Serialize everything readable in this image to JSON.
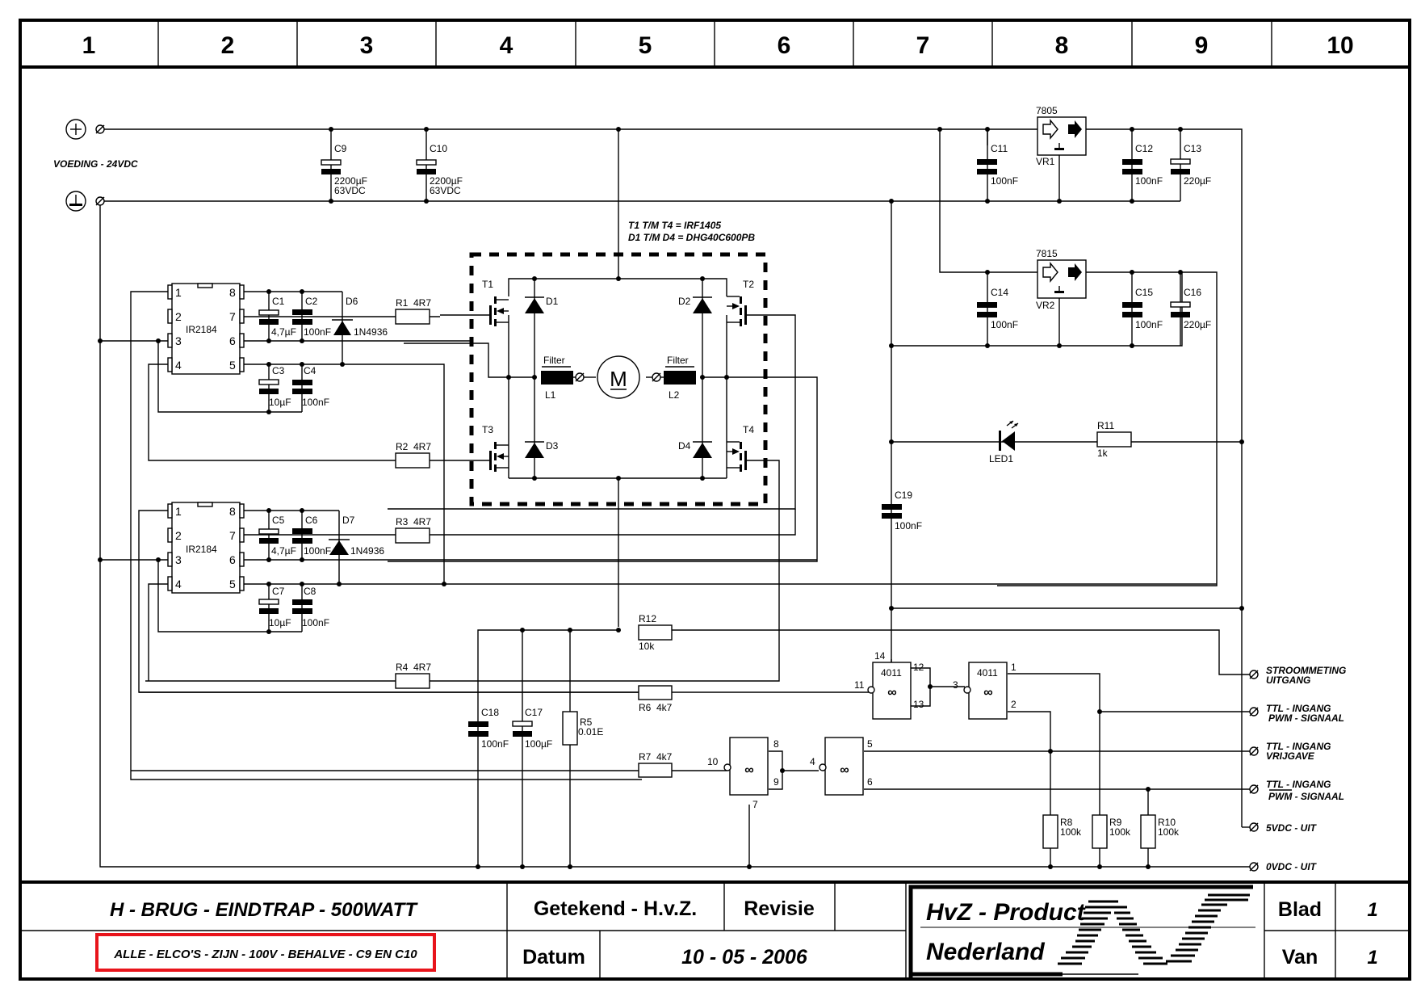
{
  "header": {
    "columns": [
      "1",
      "2",
      "3",
      "4",
      "5",
      "6",
      "7",
      "8",
      "9",
      "10"
    ]
  },
  "power": {
    "label": "VOEDING - 24VDC",
    "plus_symbol": "+",
    "ground_symbol": "⊥"
  },
  "bridge_note": {
    "line1": "T1 T/M T4 = IRF1405",
    "line2": "D1 T/M D4 = DHG40C600PB"
  },
  "components": {
    "C9": {
      "name": "C9",
      "value": "2200µF",
      "voltage": "63VDC"
    },
    "C10": {
      "name": "C10",
      "value": "2200µF",
      "voltage": "63VDC"
    },
    "C11": {
      "name": "C11",
      "value": "100nF"
    },
    "C12": {
      "name": "C12",
      "value": "100nF"
    },
    "C13": {
      "name": "C13",
      "value": "220µF"
    },
    "C14": {
      "name": "C14",
      "value": "100nF"
    },
    "C15": {
      "name": "C15",
      "value": "100nF"
    },
    "C16": {
      "name": "C16",
      "value": "220µF"
    },
    "VR1": {
      "name": "VR1",
      "type": "7805"
    },
    "VR2": {
      "name": "VR2",
      "type": "7815"
    },
    "C1": {
      "name": "C1",
      "value": "4,7µF"
    },
    "C2": {
      "name": "C2",
      "value": "100nF"
    },
    "C3": {
      "name": "C3",
      "value": "10µF"
    },
    "C4": {
      "name": "C4",
      "value": "100nF"
    },
    "C5": {
      "name": "C5",
      "value": "4,7µF"
    },
    "C6": {
      "name": "C6",
      "value": "100nF"
    },
    "C7": {
      "name": "C7",
      "value": "10µF"
    },
    "C8": {
      "name": "C8",
      "value": "100nF"
    },
    "D6": {
      "name": "D6",
      "type": "1N4936"
    },
    "D7": {
      "name": "D7",
      "type": "1N4936"
    },
    "IC1": {
      "type": "IR2184"
    },
    "IC2": {
      "type": "IR2184"
    },
    "R1": {
      "name": "R1",
      "value": "4R7"
    },
    "R2": {
      "name": "R2",
      "value": "4R7"
    },
    "R3": {
      "name": "R3",
      "value": "4R7"
    },
    "R4": {
      "name": "R4",
      "value": "4R7"
    },
    "T1": {
      "name": "T1"
    },
    "T2": {
      "name": "T2"
    },
    "T3": {
      "name": "T3"
    },
    "T4": {
      "name": "T4"
    },
    "D1": {
      "name": "D1"
    },
    "D2": {
      "name": "D2"
    },
    "D3": {
      "name": "D3"
    },
    "D4": {
      "name": "D4"
    },
    "L1": {
      "name": "L1",
      "label": "Filter"
    },
    "L2": {
      "name": "L2",
      "label": "Filter"
    },
    "motor": {
      "symbol": "M"
    },
    "LED1": {
      "name": "LED1"
    },
    "R11": {
      "name": "R11",
      "value": "1k"
    },
    "C19": {
      "name": "C19",
      "value": "100nF"
    },
    "R12": {
      "name": "R12",
      "value": "10k"
    },
    "R5": {
      "name": "R5",
      "value": "0.01E"
    },
    "C17": {
      "name": "C17",
      "value": "100µF"
    },
    "C18": {
      "name": "C18",
      "value": "100nF"
    },
    "R6": {
      "name": "R6",
      "value": "4k7"
    },
    "R7": {
      "name": "R7",
      "value": "4k7"
    },
    "R8": {
      "name": "R8",
      "value": "100k"
    },
    "R9": {
      "name": "R9",
      "value": "100k"
    },
    "R10": {
      "name": "R10",
      "value": "100k"
    },
    "U1": {
      "type": "4011"
    },
    "U2": {
      "type": "4011"
    }
  },
  "ic_pins": {
    "left": [
      "1",
      "2",
      "3",
      "4"
    ],
    "right": [
      "8",
      "7",
      "6",
      "5"
    ]
  },
  "gate_pins": {
    "g1": {
      "in": "11",
      "vdd": "14",
      "out_a": "12",
      "out_b": "13"
    },
    "g2": {
      "in": "3",
      "out_a": "1",
      "out_b": "2"
    },
    "g3": {
      "in": "10",
      "out_a": "8",
      "out_b": "9",
      "vss": "7"
    },
    "g4": {
      "in": "4",
      "out_a": "5",
      "out_b": "6"
    }
  },
  "connectors": [
    {
      "line1": "STROOMMETING",
      "line2": "UITGANG"
    },
    {
      "line1": "TTL - INGANG",
      "line2": "PWM - SIGNAAL"
    },
    {
      "line1": "TTL - INGANG",
      "line2": "VRIJGAVE"
    },
    {
      "line1": "TTL - INGANG",
      "line2": "PWM - SIGNAAL",
      "inverted": true
    },
    {
      "line1": "5VDC - UIT"
    },
    {
      "line1": "0VDC - UIT"
    }
  ],
  "title_block": {
    "title": "H - BRUG - EINDTRAP - 500WATT",
    "note": "ALLE - ELCO'S - ZIJN - 100V - BEHALVE - C9 EN C10",
    "drawn": "Getekend - H.v.Z.",
    "revision_label": "Revisie",
    "revision_value": "",
    "date_label": "Datum",
    "date": "10 - 05 - 2006",
    "company_line1": "HvZ - Product",
    "company_line2": "Nederland",
    "sheet_label": "Blad",
    "sheet_value": "1",
    "of_label": "Van",
    "of_value": "1"
  },
  "colors": {
    "ink": "#000000",
    "paper": "#ffffff",
    "note_border": "#e8141b"
  }
}
